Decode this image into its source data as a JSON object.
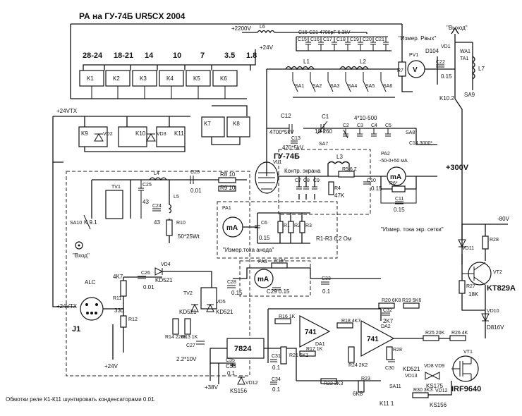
{
  "header": {
    "title": "РА на  ГУ-74Б    UR5CX  2004"
  },
  "bands": [
    "28-24",
    "18-21",
    "14",
    "10",
    "7",
    "3.5",
    "1.8"
  ],
  "footer": {
    "note": "Обмотки реле К1-К11 шунтировать конденсаторами 0.01."
  },
  "labels": {
    "supply_2200v": "+2200V",
    "l6": "L6",
    "cap_bank": "C15-C21  4700pF 6.3kV",
    "c15": "C15",
    "c16": "C16",
    "c17": "C17",
    "c18": "C18",
    "c19": "C19",
    "c20": "C20",
    "c21": "C21",
    "relay_24v": "+24V",
    "k1": "K1",
    "k2": "K2",
    "k3": "K3",
    "k4": "K4",
    "k5": "K5",
    "k6": "K6",
    "k7": "K7",
    "k8": "K8",
    "k9": "K9",
    "k10": "K10",
    "k11": "K11",
    "vd2": "VD2",
    "vd3": "VD3",
    "ptt_24v": "+24VTX",
    "l1": "L1",
    "l2": "L2",
    "sa1": "SA1",
    "sa2": "SA2",
    "sa3": "SA3",
    "sa4": "SA4",
    "sa5": "SA5",
    "sa6": "SA6",
    "output_meter": "\"Измер. Рвых\"",
    "output_connector": "\"Выход\"",
    "r7": "R7",
    "v_symbol": "V",
    "pv1": "PV1",
    "d104": "D104",
    "vd1": "VD1",
    "wa1": "WA1",
    "ta1": "TA1",
    "c22": "C22",
    "c22_value": "0.15",
    "l7": "L7",
    "k10_2": "K10.2",
    "sa9": "SA9",
    "c12": "C12",
    "c12_value": "4700*5kV",
    "c1": "C1",
    "c1_value": "10-260",
    "c2_c5_value": "4*10-500",
    "c2": "C2",
    "c3": "C3",
    "c4": "C4",
    "c5": "C5",
    "sa8": "SA8",
    "c13": "C13",
    "c13_value": "470*5kV",
    "sa7": "SA7",
    "c14": "C14 3000*",
    "tube": "ГУ-74Б",
    "vl1": "VL1",
    "screen_check": "Контр. экрана",
    "c7": "C7",
    "c8": "C8",
    "c9": "C9",
    "l3": "L3",
    "r5": "R5 6.2",
    "r4": "R4",
    "r4_value": "47K",
    "c10": "C10",
    "c10_value": "0.15",
    "ma_symbol": "mA",
    "pa2": "PA2",
    "pa2_range": "-50-0+50 мА",
    "supply_300v": "+300V",
    "r6": "R6*",
    "c11": "C11",
    "c11_value": "0.15",
    "screen_meter": "\"Измер. тока экр. сетки\"",
    "pa1": "PA1",
    "c6": "C6",
    "c6_value": "0.15",
    "r1": "R1",
    "r2": "R2",
    "r3": "R3",
    "r1_r3": "R1-R3 6.2 Ом",
    "anode_meter": "\"Измер.тока анода\"",
    "tv1": "TV1",
    "c25": "C25",
    "c25_value": "43",
    "l4": "L4",
    "l5": "L5",
    "c24": "C24",
    "c24_value": "43",
    "c23": "C23",
    "c23_value": "0.01",
    "r8": "R8 10",
    "r9": "R9 10",
    "r10": "R10",
    "r10_value": "50*25Wt",
    "sa10": "SA10",
    "k9_1": "K 9.1",
    "input": "\"Вход\"",
    "alc": "ALC",
    "j1": "J1",
    "r11_value": "4K7",
    "r11": "R11",
    "r12_value": "330",
    "r12": "R12",
    "c26": "C26",
    "c26_value": "0.01",
    "vd4": "VD4",
    "kd521": "KD521",
    "tv2": "TV2",
    "vd5": "VD5",
    "r14": "R14 220K",
    "r13": "R13 1K",
    "c27": "C27",
    "c27_value": "2.2*10V",
    "c28": "C28",
    "c28_value": "0.15",
    "pa3": "PA3",
    "r15": "R15*",
    "c29": "C29  0.15",
    "c33": "C33",
    "c33_value": "0.1",
    "op741": "741",
    "da1": "DA1",
    "da2": "DA2",
    "r16": "R16 1K",
    "r18": "R18 4K7",
    "r17": "R17 1K",
    "r20": "R20 6K8",
    "r19": "R19 5K6",
    "c32": "C32",
    "c32_value": "2K7",
    "r25": "R25 20K",
    "r26": "R26 4K",
    "r24": "R24 2K2",
    "r22": "R22 3K3",
    "r23": "R23",
    "r23_value": "6K8",
    "r28": "R28",
    "c30": "C30",
    "vd13": "VD13",
    "sa11": "SA11",
    "k11_1": "K11 1",
    "reg7824": "7824",
    "c35": "C35",
    "vd12": "VD12",
    "ks156": "KS156",
    "c31": "C31",
    "c31_value": "0.1",
    "c34": "C34",
    "c34_value": "0.1",
    "r21": "R21 5K1",
    "supply_38v": "+38V",
    "supply_neg80v": "-80V",
    "vd11": "VD11",
    "vt2": "VT2",
    "kt829a": "KT829A",
    "r27": "R27",
    "r27_value": "18K",
    "vd10": "VD10",
    "d816v": "D816V",
    "vt1": "VT1",
    "irf9640": "IRF9640",
    "vd8_vd9": "VD8 VD9",
    "ks175": "KS175",
    "r30": "R30 3K3"
  }
}
